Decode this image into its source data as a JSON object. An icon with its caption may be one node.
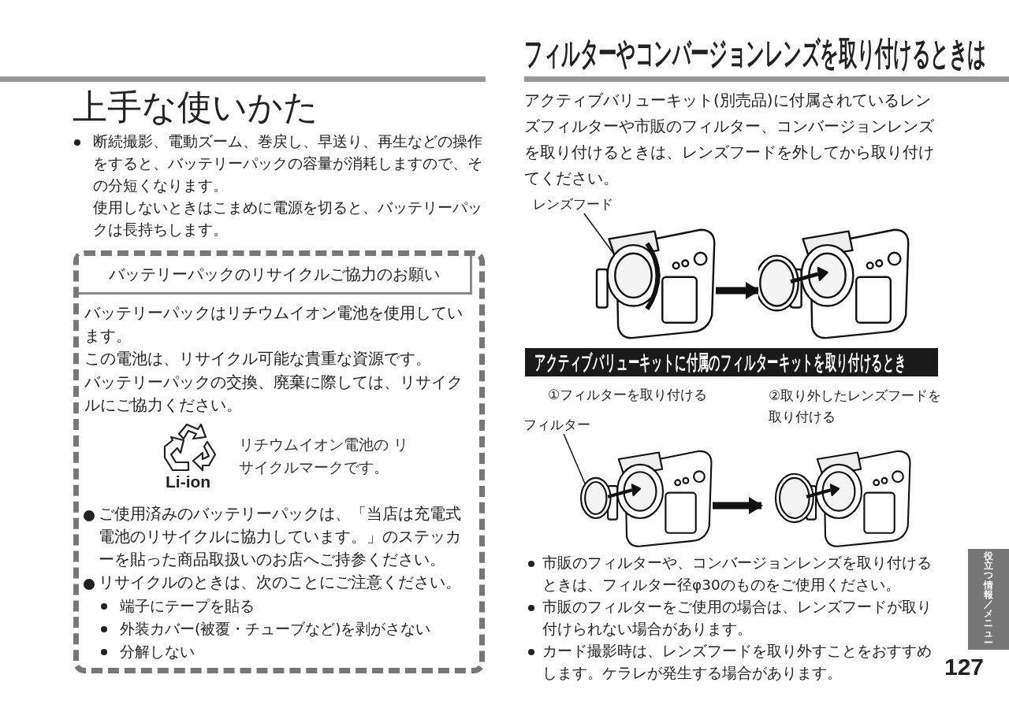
{
  "diagram": {
    "nodes": [
      {
        "text": [
          "バッテリーパックのリサイクルご協力のお願い",
          "バッテリーパックはリチウムイオン電池を使用しています。",
          "この電池は、リサイクル可能な貴重な資源です。",
          "バッテリーパックの交換、廃棄に際しては、リサイクルにご協力ください。",
          "リチウムイオン電池の リサイクルマークです。",
          "Li-ion",
          "ご使用済みのバッテリーパックは、「当店は充電式電池のリサイクルに協力しています。」のステッカーを貼った商品取扱いのお店へご持参ください。",
          "リサイクルのときは、次のことにご注意ください。",
          "端子にテープを貼る",
          "外装カバー(被覆・チューブなど)を剥がさない",
          "分解しない"
        ]
      },
      {
        "text": [
          "レンズフード"
        ]
      },
      {
        "text": [],
        "shape": "picture"
      },
      {
        "text": [],
        "shape": "picture"
      },
      {
        "text": [
          "アクティブバリューキットに付属のフィルターキットを取り付けるとき"
        ]
      },
      {
        "text": [
          "フィルター"
        ]
      },
      {
        "text": [],
        "shape": "picture"
      },
      {
        "text": [],
        "shape": "picture"
      },
      {
        "text": [
          "役立つ情報／メニュー"
        ]
      }
    ],
    "edges": [
      {
        "from": 1,
        "to": 2,
        "arrow": "none"
      },
      {
        "from": 2,
        "to": 3,
        "arrow": "to",
        "style": "thick"
      },
      {
        "from": 5,
        "to": 6,
        "arrow": "none"
      },
      {
        "from": 6,
        "to": 7,
        "arrow": "to",
        "style": "thick"
      }
    ],
    "labels": [
      "上手な使いかた",
      "断続撮影、電動ズーム、巻戻し、早送り、再生などの操作をすると、バッテリーパックの容量が消耗しますので、その分短くなります。",
      "使用しないときはこまめに電源を切ると、バッテリーパックは長持ちします。",
      "フィルターやコンバージョンレンズを取り付けるときは",
      "アクティブバリューキット(別売品)に付属されているレンズフィルターや市販のフィルター、コンバージョンレンズを取り付けるときは、レンズフードを外してから取り付けてください。",
      "①フィルターを取り付ける",
      "②取り外したレンズフードを取り付ける",
      "市販のフィルターや、コンバージョンレンズを取り付けるときは、フィルター径φ30のものをご使用ください。",
      "市販のフィルターをご使用の場合は、レンズフードが取り付けられない場合があります。",
      "カード撮影時は、レンズフードを取り外すことをおすすめします。ケラレが発生する場合があります。",
      "127"
    ]
  }
}
